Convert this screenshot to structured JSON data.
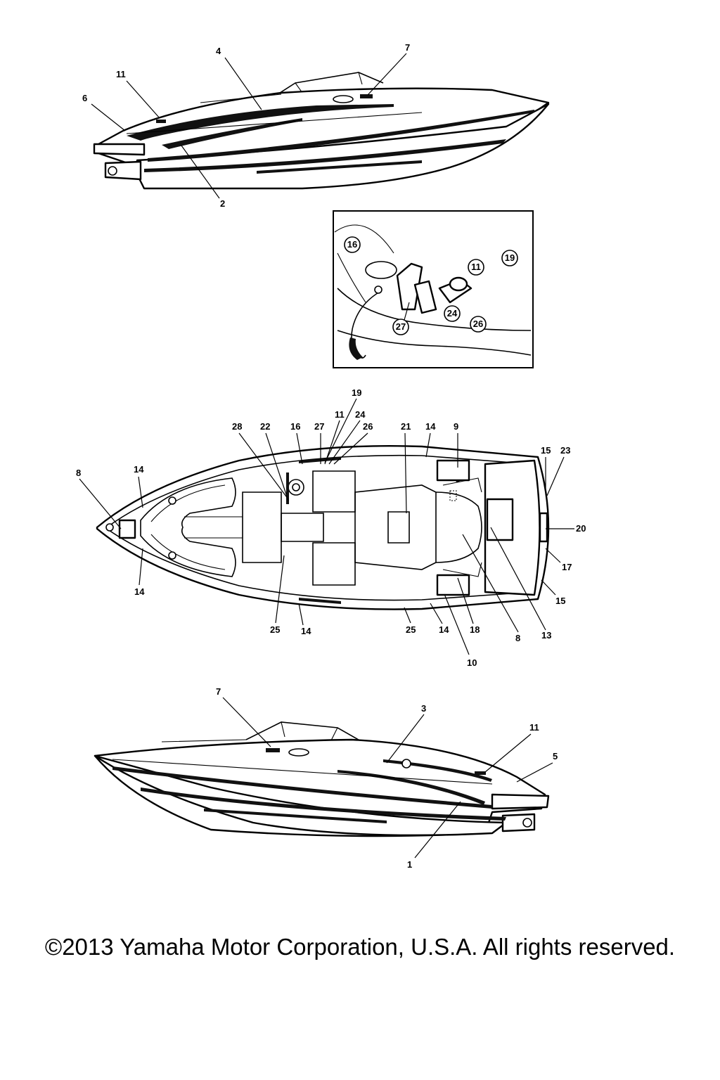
{
  "callouts": {
    "top_side": [
      "4",
      "7",
      "11",
      "6",
      "2"
    ],
    "inset": [
      "16",
      "11",
      "19",
      "24",
      "27",
      "26"
    ],
    "deck": [
      "19",
      "11",
      "24",
      "28",
      "22",
      "16",
      "27",
      "26",
      "21",
      "14",
      "9",
      "15",
      "23",
      "8",
      "14",
      "20",
      "17",
      "14",
      "15",
      "25",
      "14",
      "25",
      "14",
      "18",
      "8",
      "13",
      "10"
    ],
    "bottom_side": [
      "7",
      "3",
      "11",
      "5",
      "1"
    ]
  },
  "copyright": "©2013 Yamaha Motor Corporation, U.S.A. All rights reserved."
}
